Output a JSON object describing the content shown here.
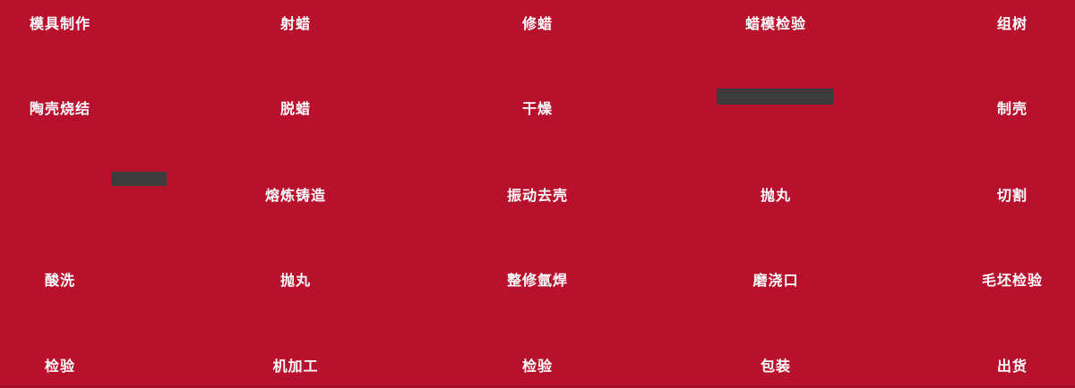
{
  "page": {
    "background_color": "#b8112e",
    "text_color": "#ffffff",
    "placeholder_color": "#3c3c3c"
  },
  "process_flow": {
    "rows": [
      {
        "cells": [
          {
            "label": "模具制作"
          },
          {
            "label": "射蜡"
          },
          {
            "label": "修蜡"
          },
          {
            "label": "蜡模检验"
          },
          {
            "label": "组树"
          }
        ]
      },
      {
        "cells": [
          {
            "label": "陶壳烧结"
          },
          {
            "label": "脱蜡"
          },
          {
            "label": "干燥"
          },
          {
            "label": ""
          },
          {
            "label": "制壳"
          }
        ]
      },
      {
        "cells": [
          {
            "label": ""
          },
          {
            "label": "熔炼铸造"
          },
          {
            "label": "振动去壳"
          },
          {
            "label": "抛丸"
          },
          {
            "label": "切割"
          }
        ]
      },
      {
        "cells": [
          {
            "label": "酸洗"
          },
          {
            "label": "抛丸"
          },
          {
            "label": "整修氩焊"
          },
          {
            "label": "磨浇口"
          },
          {
            "label": "毛坯检验"
          }
        ]
      },
      {
        "cells": [
          {
            "label": "检验"
          },
          {
            "label": "机加工"
          },
          {
            "label": "检验"
          },
          {
            "label": "包装"
          },
          {
            "label": "出货"
          }
        ]
      }
    ]
  },
  "placeholders": {
    "count": 2,
    "color": "#3c3c3c"
  }
}
